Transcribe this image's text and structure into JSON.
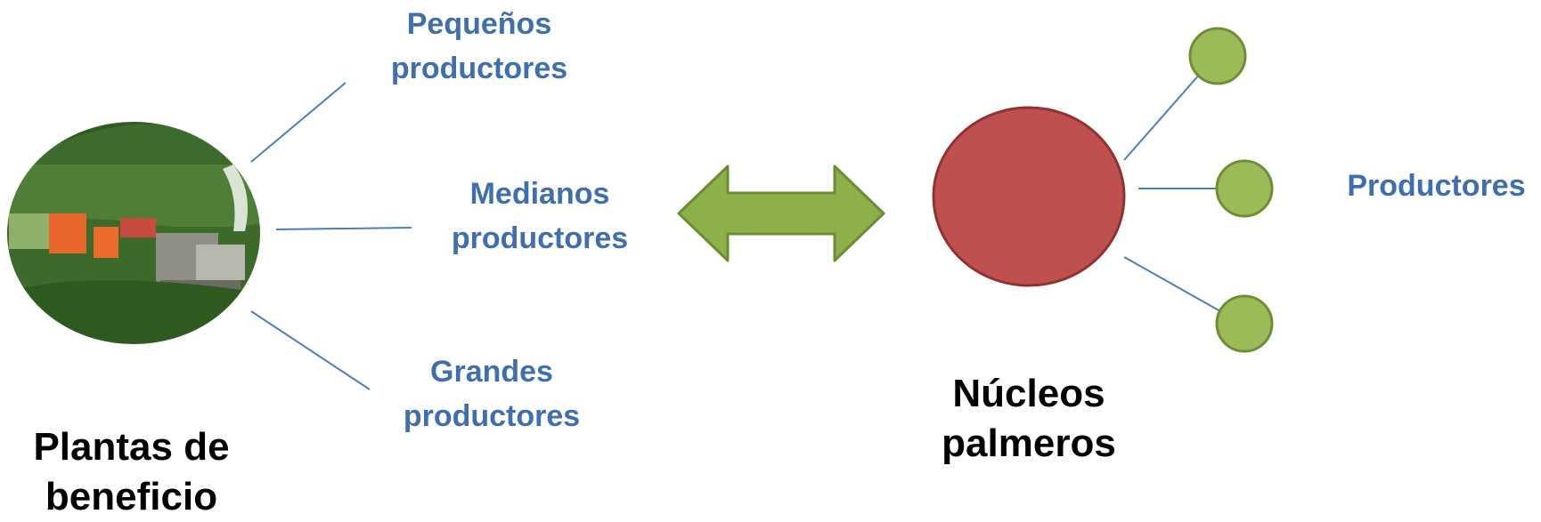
{
  "colors": {
    "connector": "#4a7fbd",
    "label_blue": "#3f6fae",
    "arrow_fill": "#8db04c",
    "arrow_stroke": "#6b8c33",
    "nucleus_fill": "#bf5050",
    "nucleus_stroke": "#8f3232",
    "node_fill": "#9bbb59",
    "node_stroke": "#6e8e35"
  },
  "left": {
    "image_icon": "oil-palm-plantation-photo",
    "title": [
      "Plantas de",
      "beneficio"
    ],
    "branches": [
      {
        "label": [
          "Pequeños",
          "productores"
        ]
      },
      {
        "label": [
          "Medianos",
          "productores"
        ]
      },
      {
        "label": [
          "Grandes",
          "productores"
        ]
      }
    ]
  },
  "center": {
    "icon": "double-headed-arrow-icon"
  },
  "right": {
    "title": [
      "Núcleos",
      "palmeros"
    ],
    "producers_label": "Productores",
    "node_count": 3
  }
}
